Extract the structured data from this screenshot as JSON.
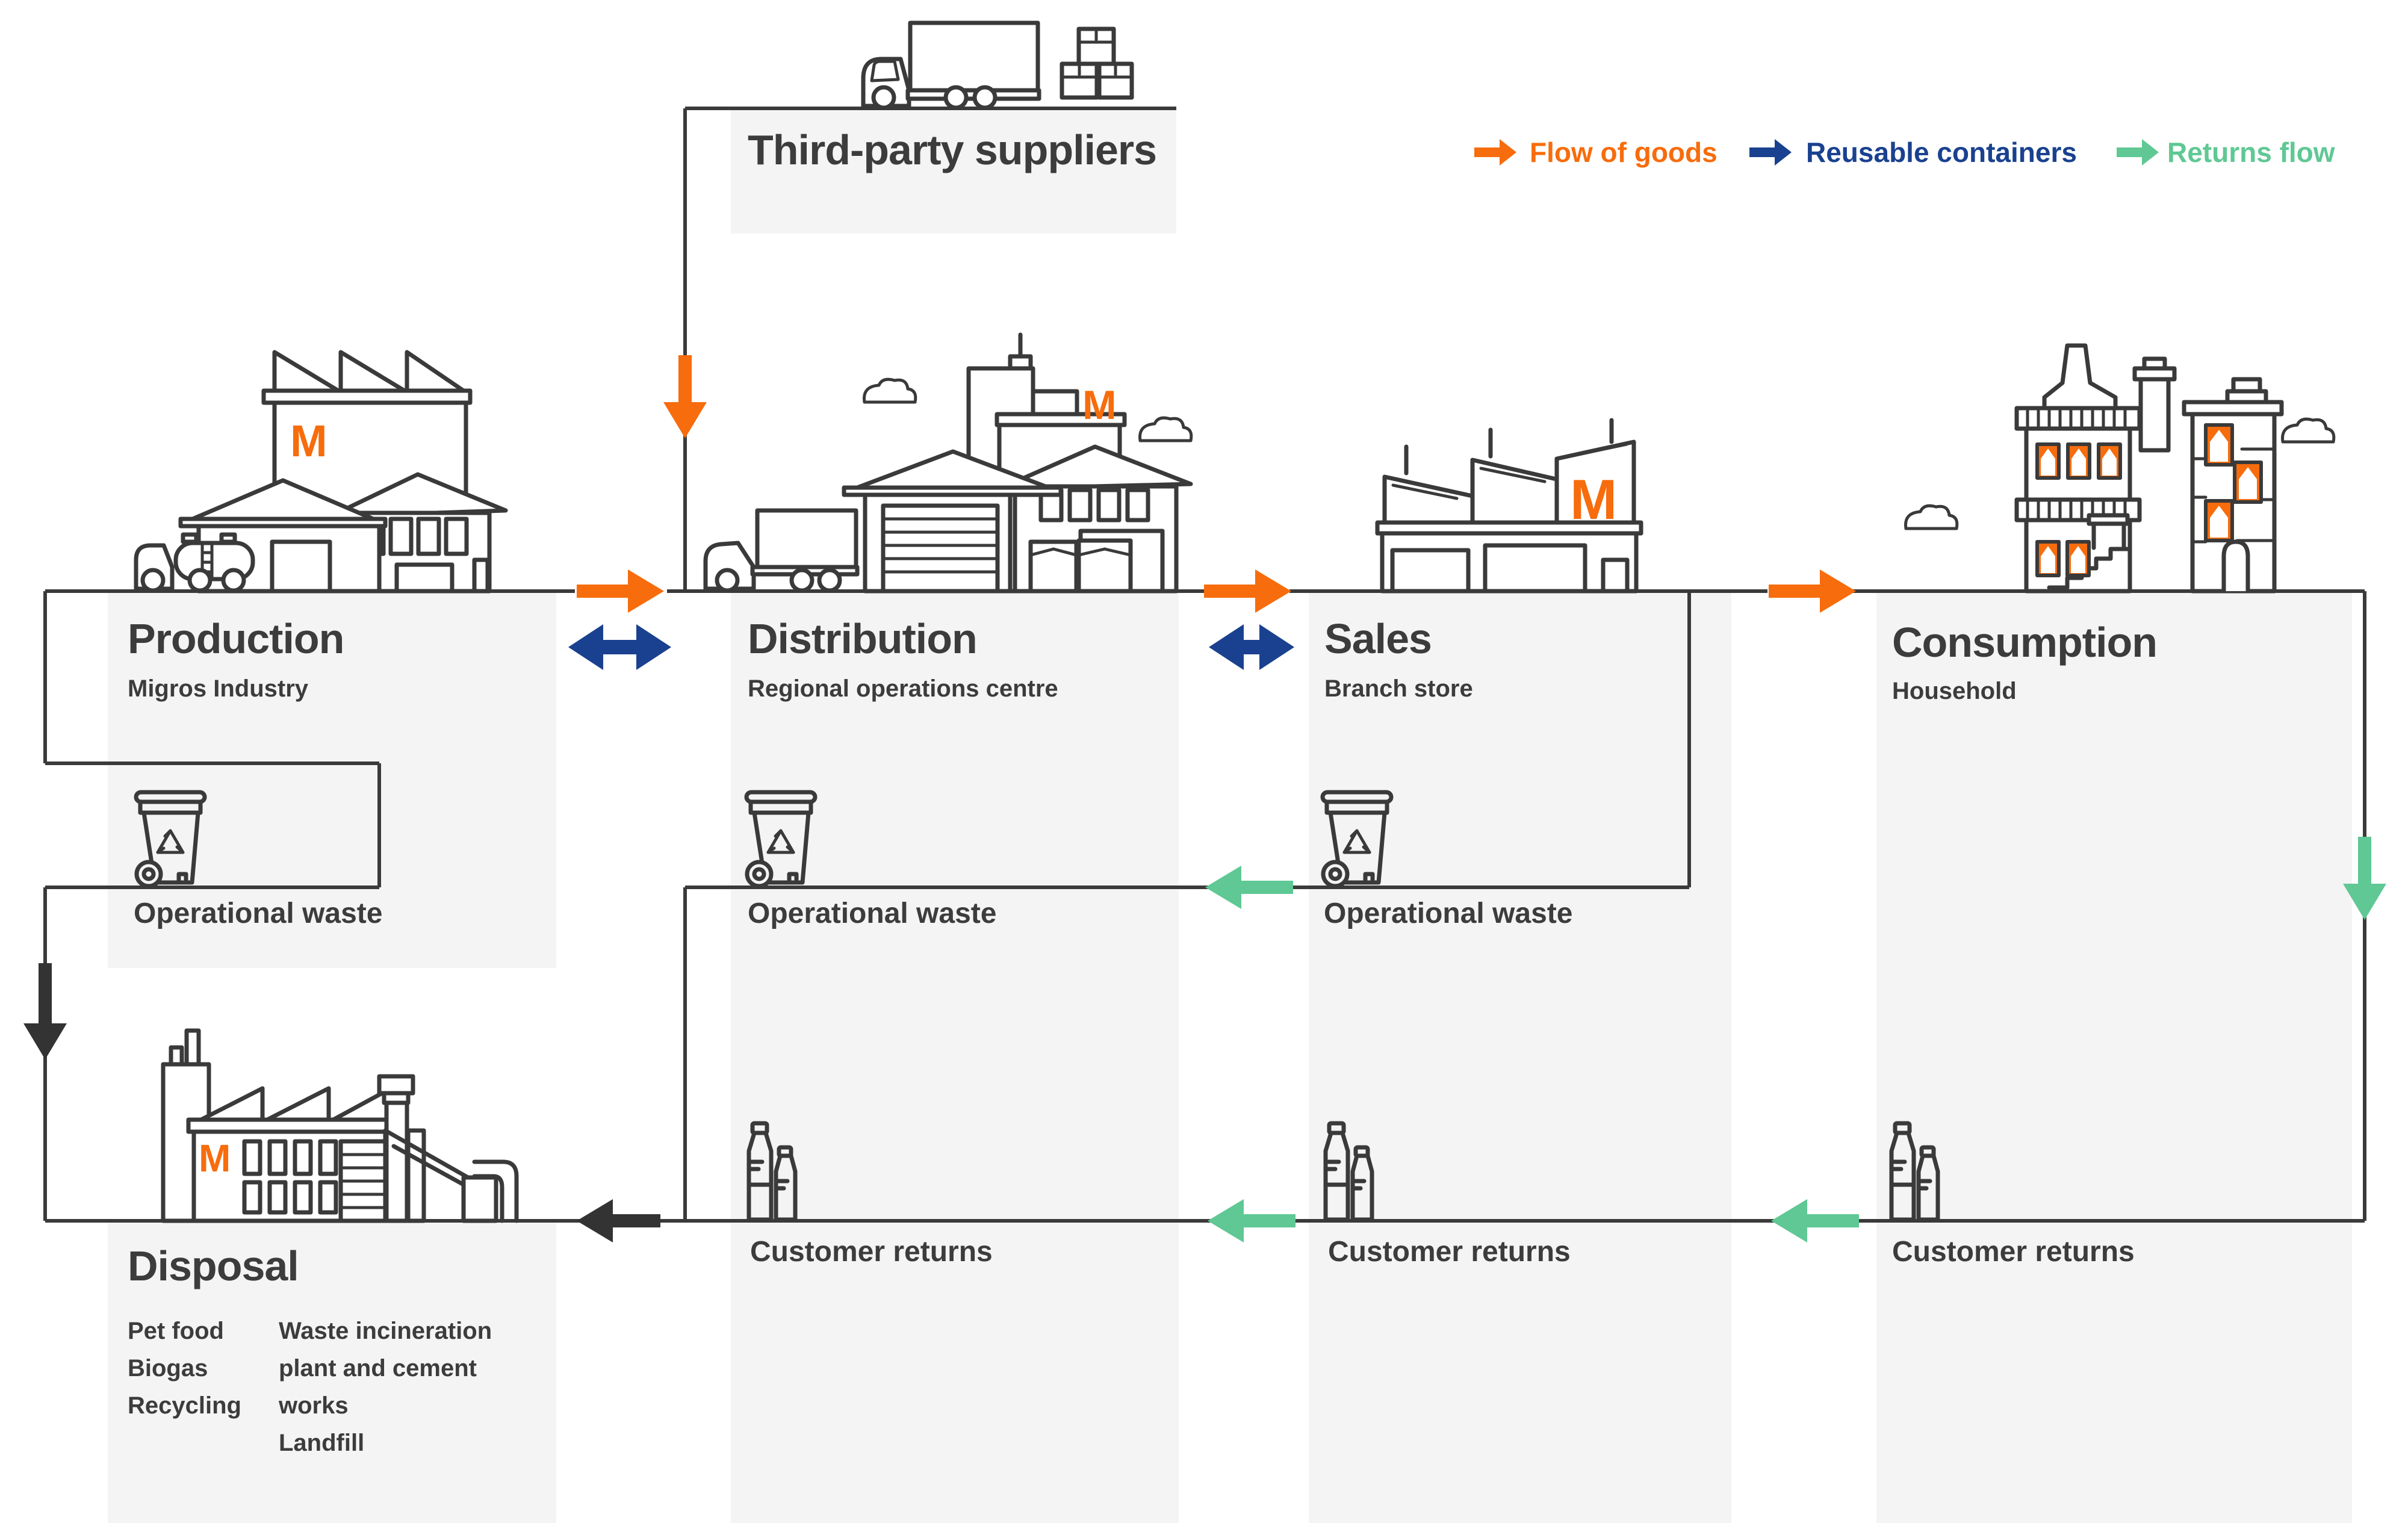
{
  "page": {
    "background": "#FFFFFF"
  },
  "colors": {
    "flow_of_goods": "#F76C0C",
    "reusable_containers": "#1A418F",
    "returns_flow": "#5FC894",
    "disposal_flow": "#333333",
    "line": "#3A3A3A",
    "panel": "#F4F4F4",
    "text": "#3C3C3C"
  },
  "brand": {
    "letter": "M"
  },
  "legend": {
    "items": [
      {
        "label": "Flow of goods",
        "color": "#F76C0C"
      },
      {
        "label": "Reusable containers",
        "color": "#1A418F"
      },
      {
        "label": "Returns flow",
        "color": "#5FC894"
      }
    ]
  },
  "suppliers": {
    "title": "Third-party suppliers"
  },
  "stages": {
    "production": {
      "title": "Production",
      "subtitle": "Migros Industry",
      "waste": "Operational waste"
    },
    "distribution": {
      "title": "Distribution",
      "subtitle": "Regional operations centre",
      "waste": "Operational waste",
      "returns": "Customer returns"
    },
    "sales": {
      "title": "Sales",
      "subtitle": "Branch store",
      "waste": "Operational waste",
      "returns": "Customer returns"
    },
    "consumption": {
      "title": "Consumption",
      "subtitle": "Household",
      "returns": "Customer returns"
    },
    "disposal": {
      "title": "Disposal",
      "col1": [
        "Pet food",
        "Biogas",
        "Recycling"
      ],
      "col2": [
        "Waste incineration",
        "plant and cement",
        "works",
        "Landfill"
      ]
    }
  }
}
